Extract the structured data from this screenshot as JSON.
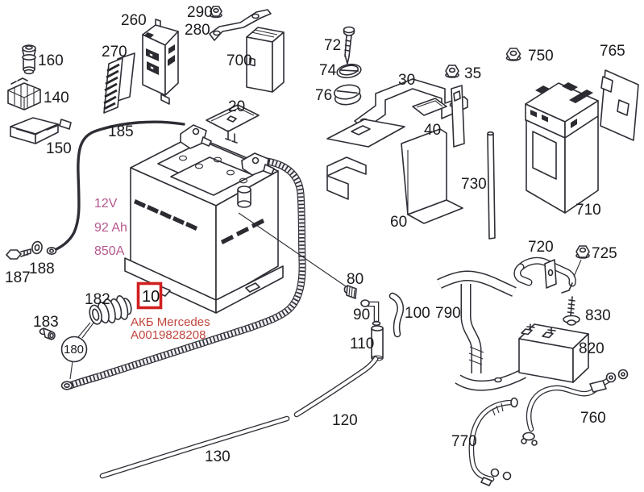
{
  "labels": {
    "p10": "10",
    "p20": "20",
    "p30": "30",
    "p35": "35",
    "p40": "40",
    "p60": "60",
    "p72": "72",
    "p74": "74",
    "p76": "76",
    "p80": "80",
    "p90": "90",
    "p100": "100",
    "p110": "110",
    "p120": "120",
    "p130": "130",
    "p140": "140",
    "p150": "150",
    "p160": "160",
    "p180": "180",
    "p182": "182",
    "p183": "183",
    "p185": "185",
    "p187": "187",
    "p188": "188",
    "p260": "260",
    "p270": "270",
    "p280": "280",
    "p290": "290",
    "p700": "700",
    "p710": "710",
    "p720": "720",
    "p725": "725",
    "p730": "730",
    "p750": "750",
    "p760": "760",
    "p765": "765",
    "p770": "770",
    "p790": "790",
    "p820": "820",
    "p830": "830"
  },
  "battery_specs": {
    "voltage": "12V",
    "capacity": "92 Ah",
    "cold_cranking_current": "850A"
  },
  "highlight": {
    "part_number": "10"
  },
  "part_note": {
    "line1": "АКБ Mercedes",
    "line2": "A0019828208"
  },
  "colors": {
    "spec_text": "#b6598f",
    "note_text": "#c2463e",
    "highlight_box": "#d11f1f",
    "line": "#2e2e36",
    "background": "#ffffff"
  }
}
